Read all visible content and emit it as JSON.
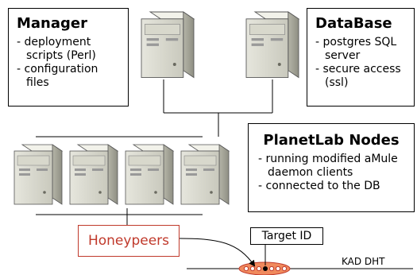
{
  "manager": {
    "title": "Manager",
    "items": [
      "deployment scripts (Perl)",
      "configuration files"
    ]
  },
  "database": {
    "title": "DataBase",
    "items": [
      "postgres SQL server",
      "secure access (ssl)"
    ]
  },
  "planetlab": {
    "title": "PlanetLab Nodes",
    "items": [
      "running modified aMule daemon clients",
      "connected to the DB"
    ]
  },
  "honeypeers_label": "Honeypeers",
  "target_id_label": "Target ID",
  "kad_dht_label": "KAD DHT",
  "colors": {
    "honeypeer_red": "#c0392b",
    "dht_oval": "#f08a5d"
  }
}
